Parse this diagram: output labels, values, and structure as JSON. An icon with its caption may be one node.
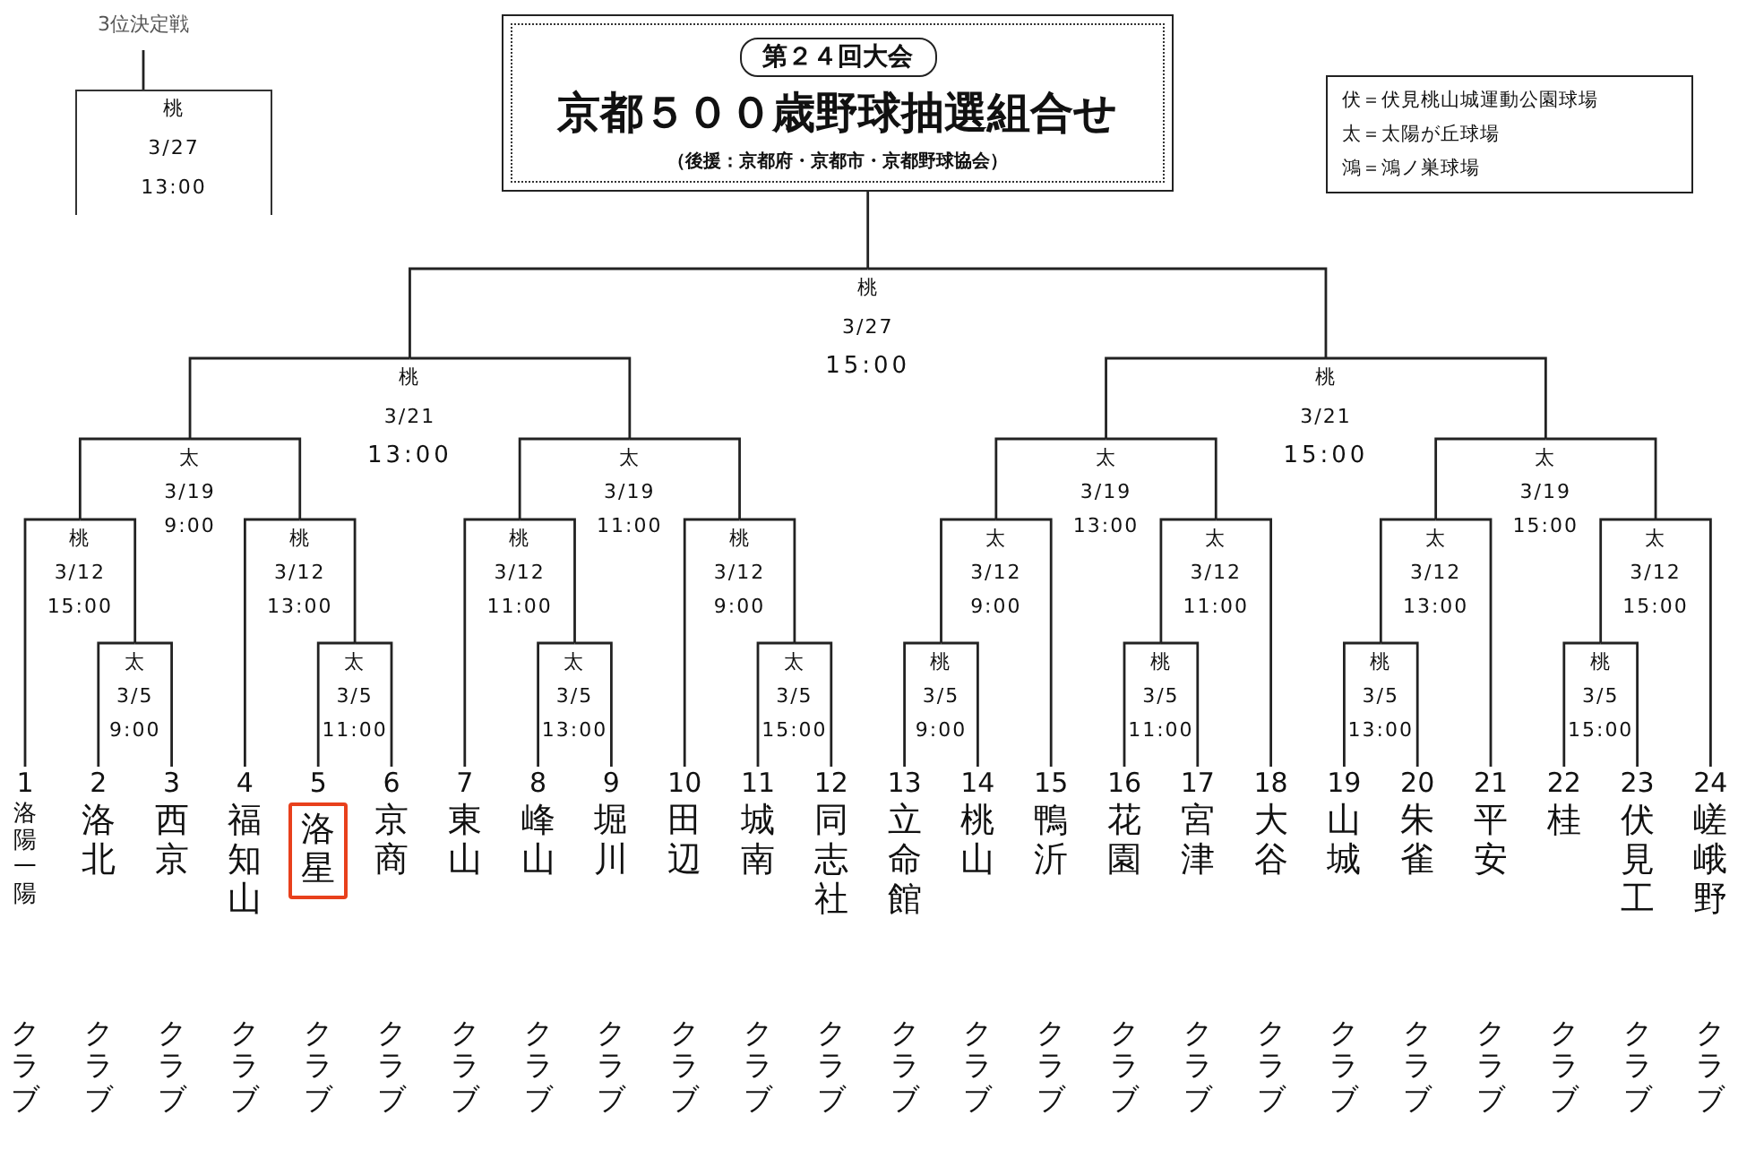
{
  "diagram": {
    "nodes": [
      {
        "text": [
          "第２４回大会",
          "京都５００歳野球抽選組合せ",
          "（後援：京都府・京都市・京都野球協会）"
        ]
      },
      {
        "text": [
          "伏＝伏見桃山城運動公園球場",
          "太＝太陽が丘球場",
          "鴻＝鴻ノ巣球場"
        ]
      },
      {
        "text": [
          "3位決定戦"
        ]
      },
      {
        "text": [
          "桃",
          "3/27",
          "13:00"
        ]
      },
      {
        "text": [
          "桃",
          "3/27",
          "15:00"
        ]
      },
      {
        "text": [
          "桃",
          "3/21",
          "13:00"
        ]
      },
      {
        "text": [
          "桃",
          "3/21",
          "15:00"
        ]
      },
      {
        "text": [
          "太",
          "3/19",
          "9:00"
        ]
      },
      {
        "text": [
          "太",
          "3/19",
          "11:00"
        ]
      },
      {
        "text": [
          "太",
          "3/19",
          "13:00"
        ]
      },
      {
        "text": [
          "太",
          "3/19",
          "15:00"
        ]
      },
      {
        "text": [
          "桃",
          "3/12",
          "15:00"
        ]
      },
      {
        "text": [
          "桃",
          "3/12",
          "13:00"
        ]
      },
      {
        "text": [
          "桃",
          "3/12",
          "11:00"
        ]
      },
      {
        "text": [
          "桃",
          "3/12",
          "9:00"
        ]
      },
      {
        "text": [
          "太",
          "3/12",
          "9:00"
        ]
      },
      {
        "text": [
          "太",
          "3/12",
          "11:00"
        ]
      },
      {
        "text": [
          "太",
          "3/12",
          "13:00"
        ]
      },
      {
        "text": [
          "太",
          "3/12",
          "15:00"
        ]
      },
      {
        "text": [
          "太",
          "3/5",
          "9:00"
        ]
      },
      {
        "text": [
          "太",
          "3/5",
          "11:00"
        ]
      },
      {
        "text": [
          "太",
          "3/5",
          "13:00"
        ]
      },
      {
        "text": [
          "太",
          "3/5",
          "15:00"
        ]
      },
      {
        "text": [
          "桃",
          "3/5",
          "9:00"
        ]
      },
      {
        "text": [
          "桃",
          "3/5",
          "11:00"
        ]
      },
      {
        "text": [
          "桃",
          "3/5",
          "13:00"
        ]
      },
      {
        "text": [
          "桃",
          "3/5",
          "15:00"
        ]
      },
      {
        "text": [
          "1",
          "洛陽一陽",
          "クラブ"
        ]
      },
      {
        "text": [
          "2",
          "洛北",
          "クラブ"
        ]
      },
      {
        "text": [
          "3",
          "西京",
          "クラブ"
        ]
      },
      {
        "text": [
          "4",
          "福知山",
          "クラブ"
        ]
      },
      {
        "text": [
          "5",
          "洛星",
          "クラブ"
        ]
      },
      {
        "text": [
          "6",
          "京商",
          "クラブ"
        ]
      },
      {
        "text": [
          "7",
          "東山",
          "クラブ"
        ]
      },
      {
        "text": [
          "8",
          "峰山",
          "クラブ"
        ]
      },
      {
        "text": [
          "9",
          "堀川",
          "クラブ"
        ]
      },
      {
        "text": [
          "10",
          "田辺",
          "クラブ"
        ]
      },
      {
        "text": [
          "11",
          "城南",
          "クラブ"
        ]
      },
      {
        "text": [
          "12",
          "同志社",
          "クラブ"
        ]
      },
      {
        "text": [
          "13",
          "立命館",
          "クラブ"
        ]
      },
      {
        "text": [
          "14",
          "桃山",
          "クラブ"
        ]
      },
      {
        "text": [
          "15",
          "鴨沂",
          "クラブ"
        ]
      },
      {
        "text": [
          "16",
          "花園",
          "クラブ"
        ]
      },
      {
        "text": [
          "17",
          "宮津",
          "クラブ"
        ]
      },
      {
        "text": [
          "18",
          "大谷",
          "クラブ"
        ]
      },
      {
        "text": [
          "19",
          "山城",
          "クラブ"
        ]
      },
      {
        "text": [
          "20",
          "朱雀",
          "クラブ"
        ]
      },
      {
        "text": [
          "21",
          "平安",
          "クラブ"
        ]
      },
      {
        "text": [
          "22",
          "桂",
          "クラブ"
        ]
      },
      {
        "text": [
          "23",
          "伏見工",
          "クラブ"
        ]
      },
      {
        "text": [
          "24",
          "嵯峨野",
          "クラブ"
        ]
      }
    ],
    "edges": [
      {
        "from": 4,
        "to": 0,
        "arrow": "none"
      },
      {
        "from": 2,
        "to": 3,
        "arrow": "none"
      },
      {
        "from": 5,
        "to": 4,
        "arrow": "none"
      },
      {
        "from": 6,
        "to": 4,
        "arrow": "none"
      },
      {
        "from": 7,
        "to": 5,
        "arrow": "none"
      },
      {
        "from": 8,
        "to": 5,
        "arrow": "none"
      },
      {
        "from": 9,
        "to": 6,
        "arrow": "none"
      },
      {
        "from": 10,
        "to": 6,
        "arrow": "none"
      },
      {
        "from": 11,
        "to": 7,
        "arrow": "none"
      },
      {
        "from": 12,
        "to": 7,
        "arrow": "none"
      },
      {
        "from": 13,
        "to": 8,
        "arrow": "none"
      },
      {
        "from": 14,
        "to": 8,
        "arrow": "none"
      },
      {
        "from": 15,
        "to": 9,
        "arrow": "none"
      },
      {
        "from": 16,
        "to": 9,
        "arrow": "none"
      },
      {
        "from": 17,
        "to": 10,
        "arrow": "none"
      },
      {
        "from": 18,
        "to": 10,
        "arrow": "none"
      },
      {
        "from": 27,
        "to": 11,
        "arrow": "none"
      },
      {
        "from": 19,
        "to": 11,
        "arrow": "none"
      },
      {
        "from": 30,
        "to": 12,
        "arrow": "none"
      },
      {
        "from": 20,
        "to": 12,
        "arrow": "none"
      },
      {
        "from": 33,
        "to": 13,
        "arrow": "none"
      },
      {
        "from": 21,
        "to": 13,
        "arrow": "none"
      },
      {
        "from": 36,
        "to": 14,
        "arrow": "none"
      },
      {
        "from": 22,
        "to": 14,
        "arrow": "none"
      },
      {
        "from": 23,
        "to": 15,
        "arrow": "none"
      },
      {
        "from": 41,
        "to": 15,
        "arrow": "none"
      },
      {
        "from": 24,
        "to": 16,
        "arrow": "none"
      },
      {
        "from": 44,
        "to": 16,
        "arrow": "none"
      },
      {
        "from": 25,
        "to": 17,
        "arrow": "none"
      },
      {
        "from": 47,
        "to": 17,
        "arrow": "none"
      },
      {
        "from": 26,
        "to": 18,
        "arrow": "none"
      },
      {
        "from": 50,
        "to": 18,
        "arrow": "none"
      },
      {
        "from": 28,
        "to": 19,
        "arrow": "none"
      },
      {
        "from": 29,
        "to": 19,
        "arrow": "none"
      },
      {
        "from": 31,
        "to": 20,
        "arrow": "none"
      },
      {
        "from": 32,
        "to": 20,
        "arrow": "none"
      },
      {
        "from": 34,
        "to": 21,
        "arrow": "none"
      },
      {
        "from": 35,
        "to": 21,
        "arrow": "none"
      },
      {
        "from": 37,
        "to": 22,
        "arrow": "none"
      },
      {
        "from": 38,
        "to": 22,
        "arrow": "none"
      },
      {
        "from": 39,
        "to": 23,
        "arrow": "none"
      },
      {
        "from": 40,
        "to": 23,
        "arrow": "none"
      },
      {
        "from": 42,
        "to": 24,
        "arrow": "none"
      },
      {
        "from": 43,
        "to": 24,
        "arrow": "none"
      },
      {
        "from": 45,
        "to": 25,
        "arrow": "none"
      },
      {
        "from": 46,
        "to": 25,
        "arrow": "none"
      },
      {
        "from": 48,
        "to": 26,
        "arrow": "none"
      },
      {
        "from": 49,
        "to": 26,
        "arrow": "none"
      }
    ]
  }
}
